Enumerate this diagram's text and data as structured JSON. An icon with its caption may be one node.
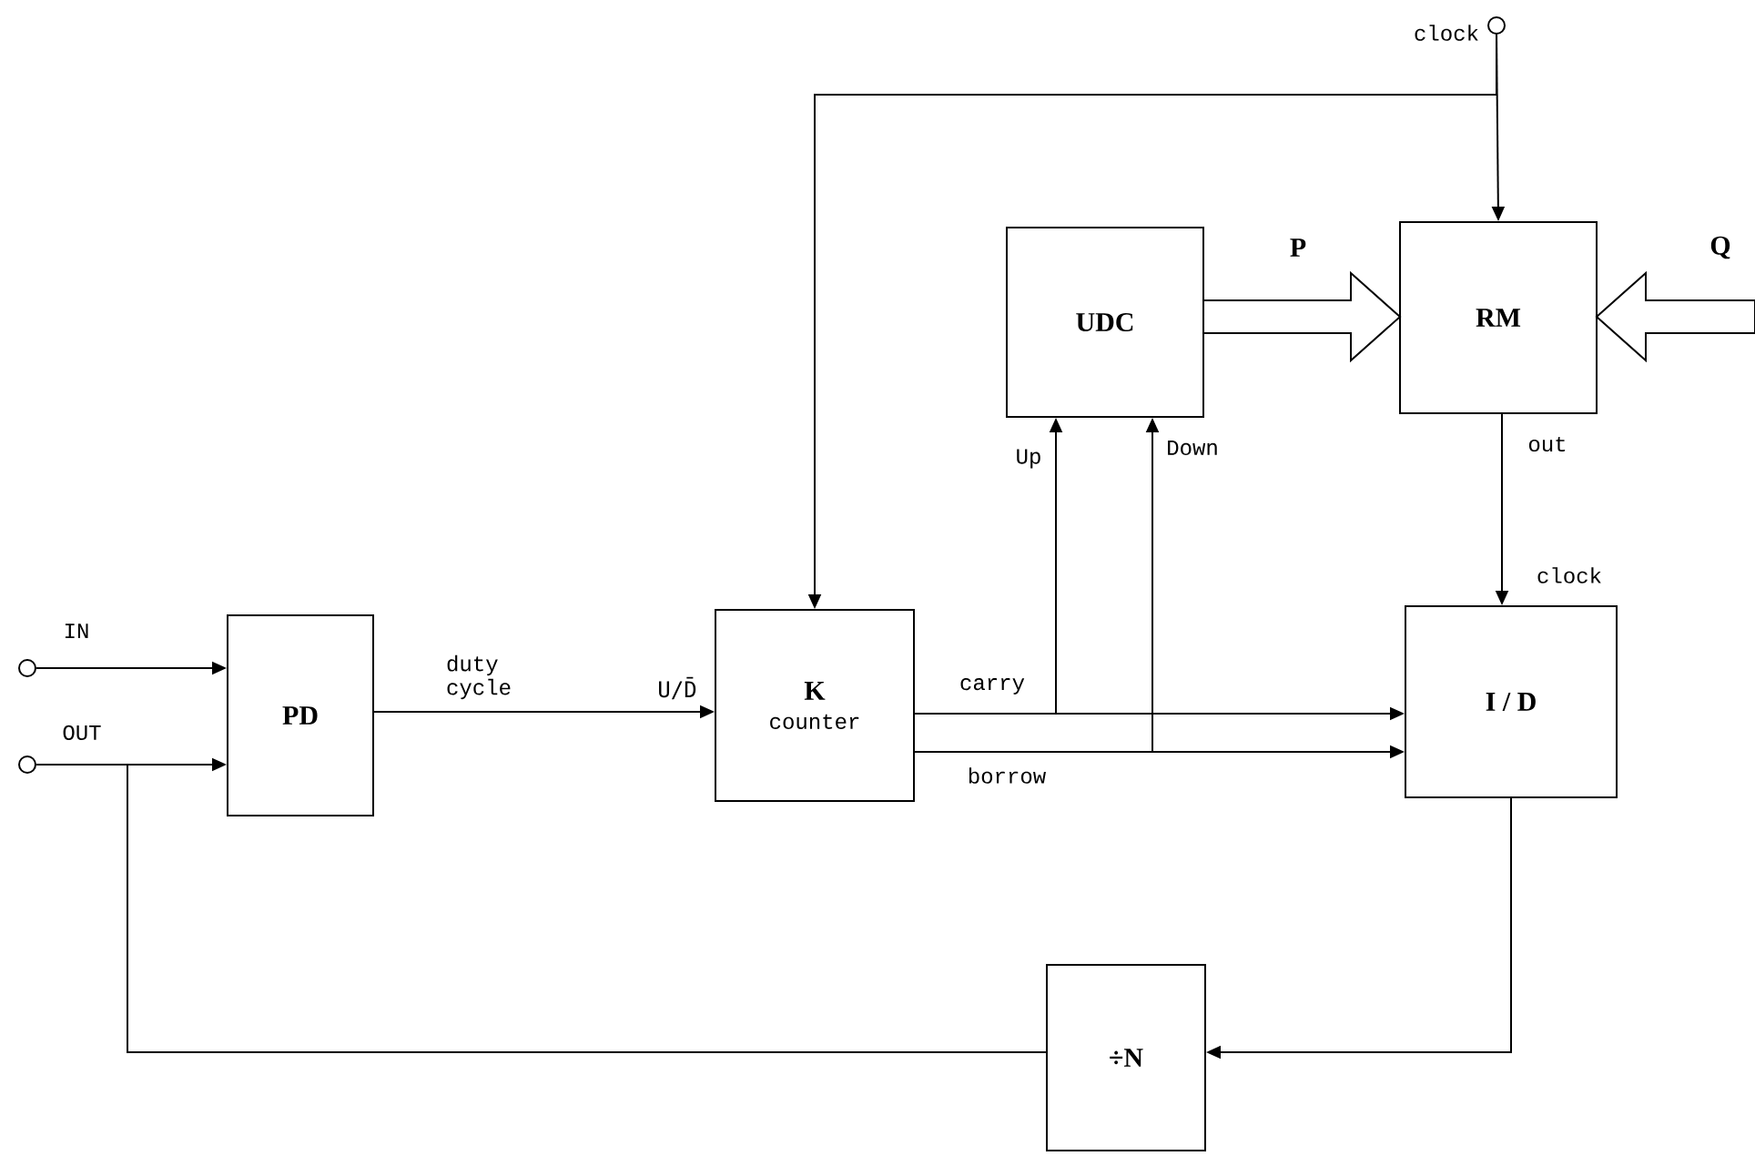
{
  "diagram": {
    "nodes": [
      {
        "text": [
          "PD"
        ]
      },
      {
        "text": [
          "K",
          "counter"
        ]
      },
      {
        "text": [
          "UDC"
        ]
      },
      {
        "text": [
          "RM"
        ]
      },
      {
        "text": [
          "I / D"
        ]
      },
      {
        "text": [
          "÷N"
        ]
      },
      {
        "text": [],
        "shape": "circle",
        "beside": [
          "IN"
        ]
      },
      {
        "text": [],
        "shape": "circle",
        "beside": [
          "OUT"
        ]
      },
      {
        "text": [],
        "shape": "circle",
        "beside": [
          "clock"
        ]
      }
    ],
    "edges": [
      {
        "from": 6,
        "to": 0,
        "arrow": "to"
      },
      {
        "from": 7,
        "to": 0,
        "arrow": "to"
      },
      {
        "from": 0,
        "to": 1,
        "arrow": "to",
        "label": "duty cycle"
      },
      {
        "from": 8,
        "to": 3,
        "arrow": "to"
      },
      {
        "from": 8,
        "to": 1,
        "arrow": "to"
      },
      {
        "from": 2,
        "to": 3,
        "arrow": "to",
        "label": "P",
        "style": "thick"
      },
      {
        "from": null,
        "to": 3,
        "arrow": "to",
        "label": "Q",
        "style": "thick"
      },
      {
        "from": 1,
        "to": 4,
        "arrow": "to",
        "label": "carry"
      },
      {
        "from": 1,
        "to": 2,
        "arrow": "to"
      },
      {
        "from": 1,
        "to": 4,
        "arrow": "to",
        "label": "borrow"
      },
      {
        "from": 1,
        "to": 2,
        "arrow": "to"
      },
      {
        "from": 3,
        "to": 4,
        "arrow": "to"
      },
      {
        "from": 4,
        "to": 5,
        "arrow": "to"
      },
      {
        "from": 5,
        "to": 7,
        "arrow": "none"
      }
    ],
    "labels": [
      "U/D̄",
      "Up",
      "Down",
      "out",
      "clock"
    ]
  }
}
